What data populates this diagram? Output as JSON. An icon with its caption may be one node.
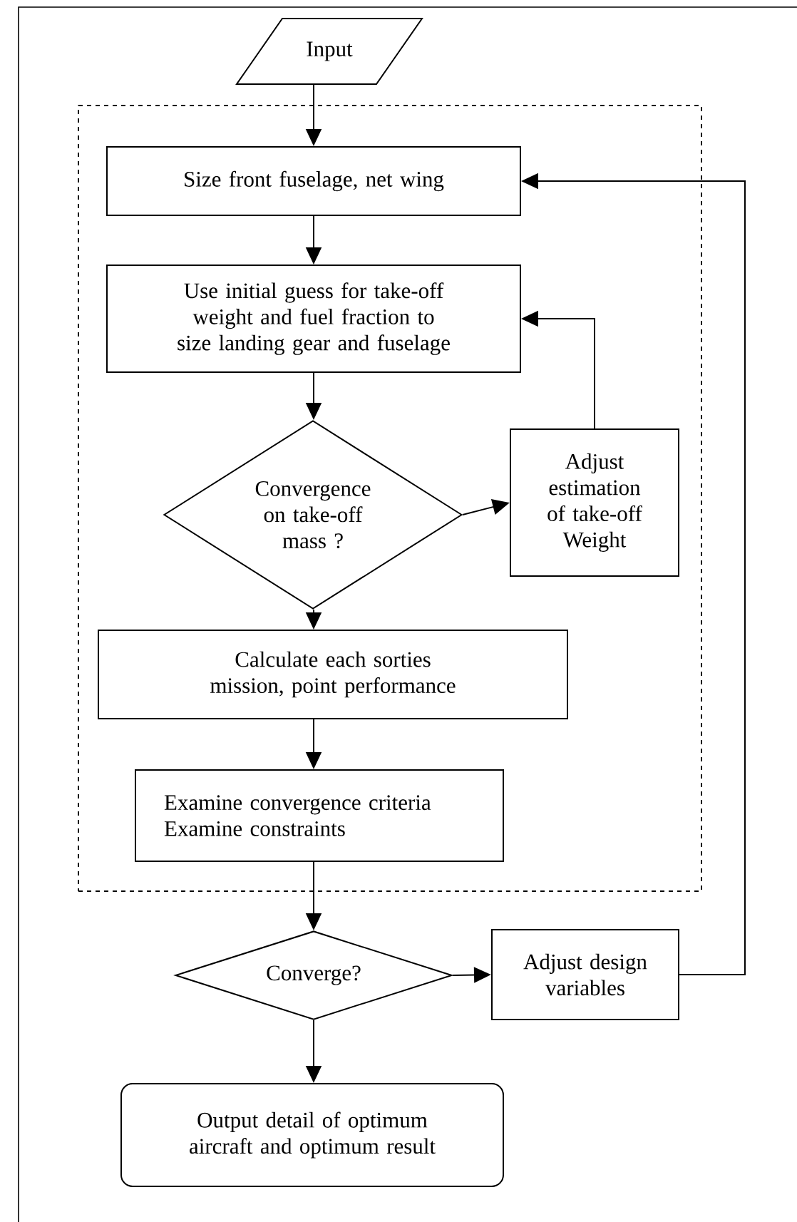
{
  "diagram": {
    "nodes": [
      {
        "text": [
          "Input"
        ]
      },
      {
        "text": [],
        "shape": "box"
      },
      {
        "text": [
          "Size front fuselage, net wing"
        ],
        "in": 1
      },
      {
        "text": [
          "Use initial guess for take-off weight and fuel fraction to size landing gear and fuselage"
        ],
        "in": 1
      },
      {
        "text": [
          "Convergence on take-off mass ?"
        ],
        "in": 1
      },
      {
        "text": [
          "Adjust estimation of take-off Weight"
        ],
        "in": 1
      },
      {
        "text": [
          "Calculate each sorties mission, point performance"
        ],
        "in": 1
      },
      {
        "text": [
          "Examine convergence criteria",
          "Examine constraints"
        ],
        "in": 1
      },
      {
        "text": [
          "Converge?"
        ]
      },
      {
        "text": [
          "Adjust design variables"
        ]
      },
      {
        "text": [
          "Output detail of optimum aircraft and optimum result"
        ]
      }
    ],
    "edges": [
      {
        "from": 0,
        "to": 2,
        "arrow": "to"
      },
      {
        "from": 2,
        "to": 3,
        "arrow": "to"
      },
      {
        "from": 3,
        "to": 4,
        "arrow": "to"
      },
      {
        "from": 4,
        "to": 5,
        "arrow": "to"
      },
      {
        "from": 5,
        "to": 3,
        "arrow": "to"
      },
      {
        "from": 4,
        "to": 6,
        "arrow": "to"
      },
      {
        "from": 6,
        "to": 7,
        "arrow": "to"
      },
      {
        "from": 7,
        "to": 8,
        "arrow": "to"
      },
      {
        "from": 8,
        "to": 9,
        "arrow": "to"
      },
      {
        "from": 9,
        "to": 2,
        "arrow": "to"
      },
      {
        "from": 8,
        "to": 10,
        "arrow": "to"
      }
    ]
  }
}
